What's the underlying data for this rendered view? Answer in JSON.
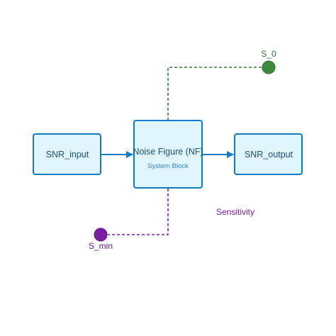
{
  "colors": {
    "box_fill": "#e1f5fe",
    "box_stroke": "#0f7cc4",
    "arrow": "#0f7cc4",
    "s0": "#3c8a3e",
    "s0_line": "#2e7d32",
    "smin": "#7b1fa2",
    "smin_line": "#7b1fa2",
    "sensitivity_text": "#7b1fa2"
  },
  "blocks": {
    "input": {
      "label": "SNR_input"
    },
    "nf": {
      "label": "Noise Figure (NF)",
      "sublabel": "System Block"
    },
    "output": {
      "label": "SNR_output"
    }
  },
  "nodes": {
    "s0": {
      "label": "S_0"
    },
    "smin": {
      "label": "S_min"
    }
  },
  "annotation": {
    "sensitivity": "Sensitivity"
  }
}
